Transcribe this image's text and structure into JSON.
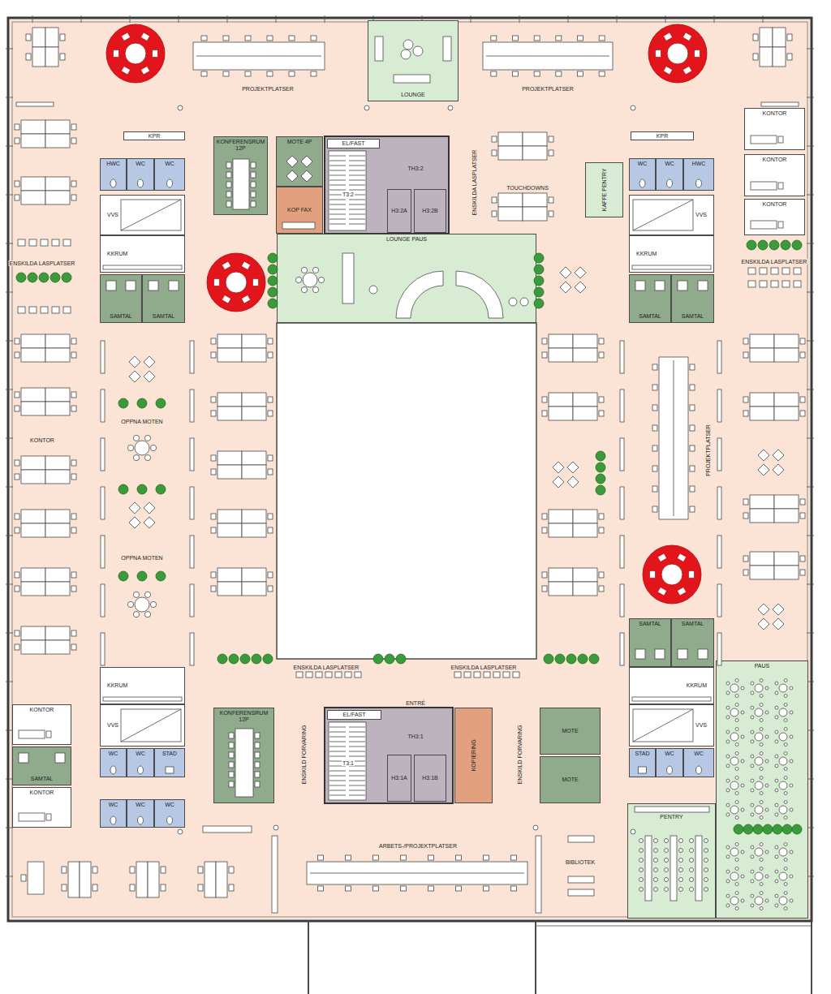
{
  "diagram": {
    "nodes": [
      {
        "text": [
          "LOUNGE"
        ]
      },
      {
        "text": [
          "KPR"
        ]
      },
      {
        "text": [
          "KONFERENSRUM 12P"
        ]
      },
      {
        "text": [
          "MOTE 4P"
        ]
      },
      {
        "text": [
          "EL/FAST"
        ]
      },
      {
        "text": [
          "H3:2A"
        ]
      },
      {
        "text": [
          "H3:2B"
        ]
      },
      {
        "text": [
          "KPR"
        ]
      },
      {
        "text": [
          "KAFFE PENTRY"
        ]
      },
      {
        "text": [
          "KONTOR"
        ]
      },
      {
        "text": [
          "HWC"
        ]
      },
      {
        "text": [
          "WC"
        ]
      },
      {
        "text": [
          "WC"
        ]
      },
      {
        "text": [
          "KOP FAX"
        ]
      },
      {
        "text": [
          "WC"
        ]
      },
      {
        "text": [
          "WC"
        ]
      },
      {
        "text": [
          "HWC"
        ]
      },
      {
        "text": [
          "KONTOR"
        ]
      },
      {
        "text": [
          "VVS"
        ]
      },
      {
        "text": [
          "VVS"
        ]
      },
      {
        "text": [
          "KONTOR"
        ]
      },
      {
        "text": [
          "LOUNGE PAUS"
        ]
      },
      {
        "text": [
          "KKRUM"
        ]
      },
      {
        "text": [
          "KKRUM"
        ]
      },
      {
        "text": [
          "SAMTAL"
        ]
      },
      {
        "text": [
          "SAMTAL"
        ]
      },
      {
        "text": [
          "SAMTAL"
        ]
      },
      {
        "text": [
          "SAMTAL"
        ]
      },
      {
        "text": [
          "SAMTAL"
        ]
      },
      {
        "text": [
          "SAMTAL"
        ]
      },
      {
        "text": [
          "KKRUM"
        ]
      },
      {
        "text": [
          "KKRUM"
        ]
      },
      {
        "text": [
          "PAUS"
        ]
      },
      {
        "text": [
          "KONTOR"
        ]
      },
      {
        "text": [
          "EL/FAST"
        ]
      },
      {
        "text": [
          "KOPIERING"
        ]
      },
      {
        "text": [
          "KONFERENSRUM 12P"
        ]
      },
      {
        "text": [
          "MOTE"
        ]
      },
      {
        "text": [
          "VVS"
        ]
      },
      {
        "text": [
          "VVS"
        ]
      },
      {
        "text": [
          "SAMTAL"
        ]
      },
      {
        "text": [
          "WC"
        ]
      },
      {
        "text": [
          "WC"
        ]
      },
      {
        "text": [
          "STAD"
        ]
      },
      {
        "text": [
          "H3:1A"
        ]
      },
      {
        "text": [
          "H3:1B"
        ]
      },
      {
        "text": [
          "MOTE"
        ]
      },
      {
        "text": [
          "STAD"
        ]
      },
      {
        "text": [
          "WC"
        ]
      },
      {
        "text": [
          "WC"
        ]
      },
      {
        "text": [
          "WC"
        ]
      },
      {
        "text": [
          "WC"
        ]
      },
      {
        "text": [
          "WC"
        ]
      },
      {
        "text": [
          "KONTOR"
        ]
      },
      {
        "text": [
          "PENTRY"
        ]
      }
    ],
    "labels": [
      "PROJEKTPLATSER",
      "PROJEKTPLATSER",
      "TH3:2",
      "T3:2",
      "ENSKILDA LASPLATSER",
      "TOUCHDOWNS",
      "ENSKILDA LASPLATSER",
      "ENSKILDA LASPLATSER",
      "OPPNA MOTEN",
      "KONTOR",
      "PROJEKTPLATSER",
      "OPPNA MOTEN",
      "ENSKILDA LASPLATSER",
      "ENSKILDA LASPLATSER",
      "ENTRÉ",
      "TH3:1",
      "T3:1",
      "ENSKILD FORVARING",
      "ENSKILD FORVARING",
      "ARBETS-/PROJEKTPLATSER",
      "BIBLIOTEK"
    ]
  }
}
